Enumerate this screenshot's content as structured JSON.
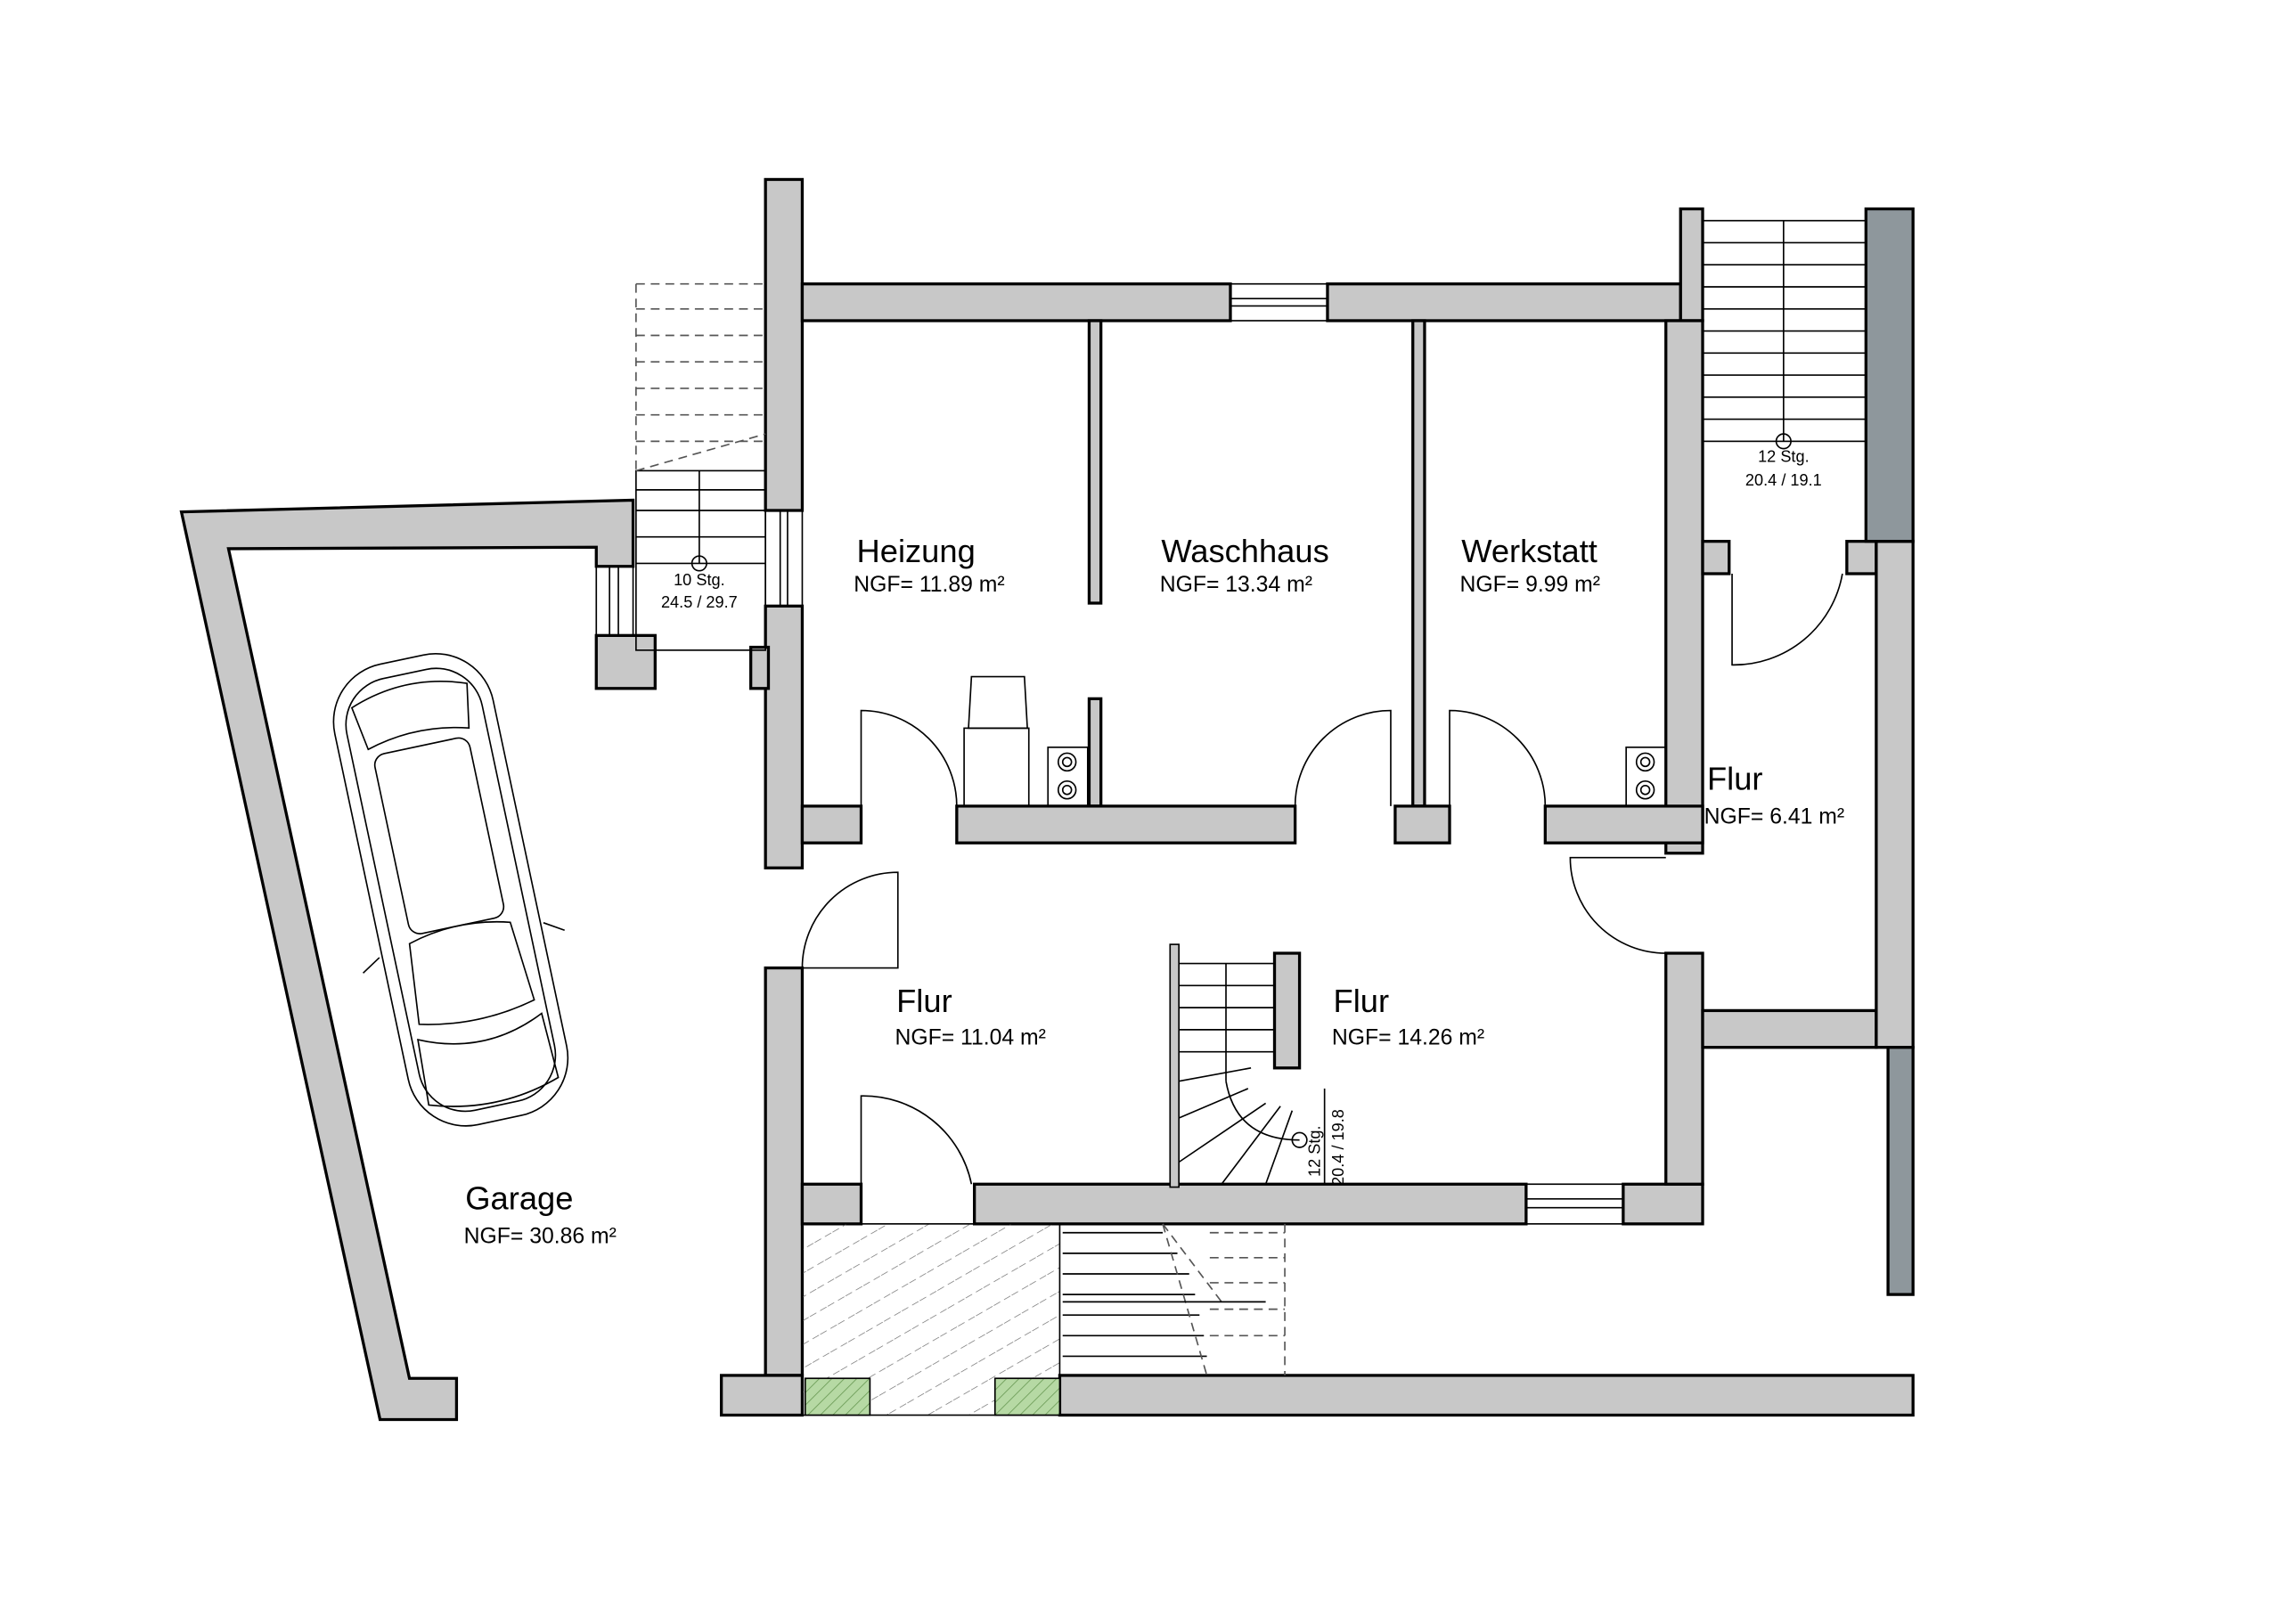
{
  "rooms": {
    "heizung": {
      "name": "Heizung",
      "area": "NGF= 11.89 m²"
    },
    "waschhaus": {
      "name": "Waschhaus",
      "area": "NGF= 13.34 m²"
    },
    "werkstatt": {
      "name": "Werkstatt",
      "area": "NGF= 9.99 m²"
    },
    "flur_right": {
      "name": "Flur",
      "area": "NGF= 6.41 m²"
    },
    "flur_left": {
      "name": "Flur",
      "area": "NGF= 11.04 m²"
    },
    "flur_center": {
      "name": "Flur",
      "area": "NGF= 14.26 m²"
    },
    "garage": {
      "name": "Garage",
      "area": "NGF= 30.86 m²"
    }
  },
  "stairs": {
    "left": {
      "steps": "10 Stg.",
      "ratio": "24.5 / 29.7"
    },
    "right": {
      "steps": "12 Stg.",
      "ratio": "20.4 / 19.1"
    },
    "center": {
      "steps": "12 Stg.",
      "ratio": "20.4 / 19.8"
    }
  },
  "colors": {
    "wall": "#c8c8c8",
    "wall_dark": "#8e979c",
    "hatch_green": "#b6d9a4"
  }
}
